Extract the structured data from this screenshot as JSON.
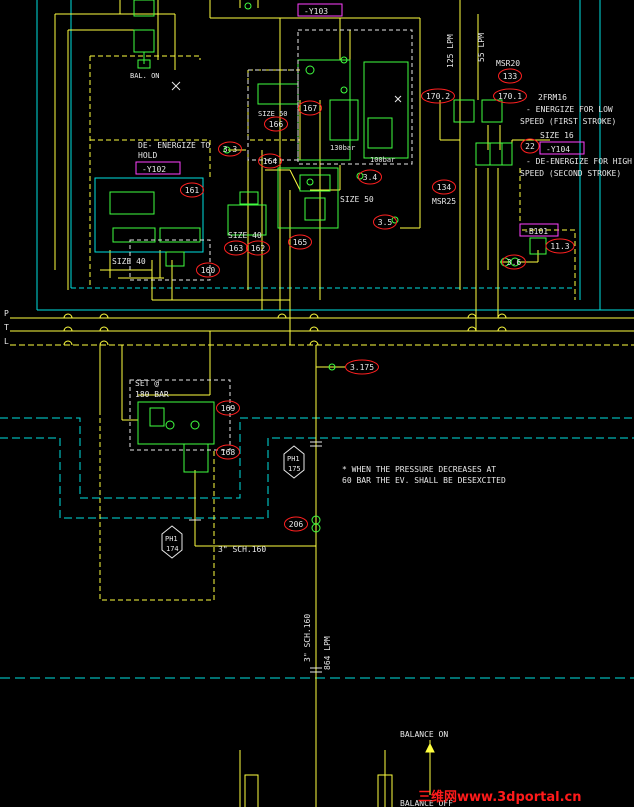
{
  "rail_labels": [
    "P",
    "T",
    "L"
  ],
  "solenoid_tags": [
    "-Y103",
    "-Y102",
    "-Y104",
    "-B101"
  ],
  "circle_refs": [
    "166",
    "167",
    "161",
    "163",
    "162",
    "164",
    "165",
    "160",
    "169",
    "168",
    "170.2",
    "170.1",
    "133",
    "134",
    "206",
    "3.3",
    "3.4",
    "3.5",
    "3.6",
    "11.3",
    "22",
    "3.175"
  ],
  "hex_tags": [
    {
      "line1": "PH1",
      "line2": "175"
    },
    {
      "line1": "PH1",
      "line2": "174"
    }
  ],
  "notes": {
    "bal_on": "BAL. ON",
    "size_50a": "SIZE 50",
    "bar_130": "130bar",
    "bar_100": "100bar",
    "deenergize_line1": "DE- ENERGIZE TO",
    "deenergize_line2": "HOLD",
    "size_50b": "SIZE 50",
    "size_40a": "SIZE 40",
    "size_40b": "SIZE 40",
    "lpm_125": "125 LPM",
    "lpm_55": "55 LPM",
    "msr20": "MSR20",
    "msr25": "MSR25",
    "frm": "2FRM16",
    "energize1": "- ENERGIZE FOR LOW",
    "energize2": "SPEED (FIRST STROKE)",
    "size_16": "SIZE 16",
    "deen_high1": "- DE-ENERGIZE FOR HIGH",
    "deen_high2": "SPEED (SECOND STROKE)",
    "set_line1": "SET @",
    "set_line2": "180 BAR",
    "pressure_note1": "* WHEN THE PRESSURE DECREASES AT",
    "pressure_note2": "60 BAR THE EV. SHALL BE DESEXCITED",
    "pipe_1": "3\" SCH.160",
    "pipe_2": "3\" SCH.160",
    "lpm_864": "864 LPM",
    "balance_on": "BALANCE ON",
    "balance_off": "BALANCE OFF"
  },
  "watermark": "三维网www.3dportal.cn",
  "colors": {
    "background": "#000000",
    "yellow": "#ffff40",
    "cyan": "#00e0e0",
    "green": "#40ff40",
    "red": "#ff2020",
    "magenta": "#ff40ff",
    "white": "#e8e8e8"
  }
}
